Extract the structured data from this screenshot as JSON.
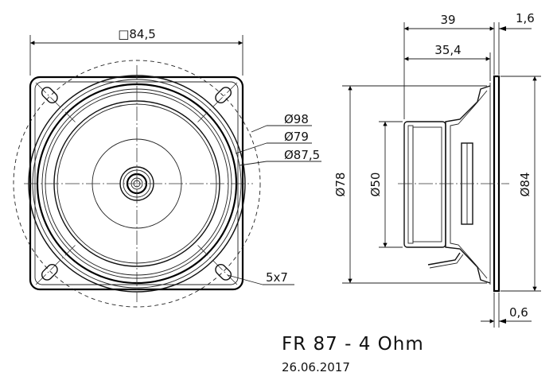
{
  "dimensions": {
    "front_width": "□84,5",
    "d98": "Ø98",
    "d79": "Ø79",
    "d875": "Ø87,5",
    "holes": "5x7",
    "depth_total": "39",
    "flange_thickness": "1,6",
    "depth_magnet": "35,4",
    "d78": "Ø78",
    "d50": "Ø50",
    "d84": "Ø84",
    "gasket": "0,6"
  },
  "title": "FR 87 - 4 Ohm",
  "date": "26.06.2017"
}
